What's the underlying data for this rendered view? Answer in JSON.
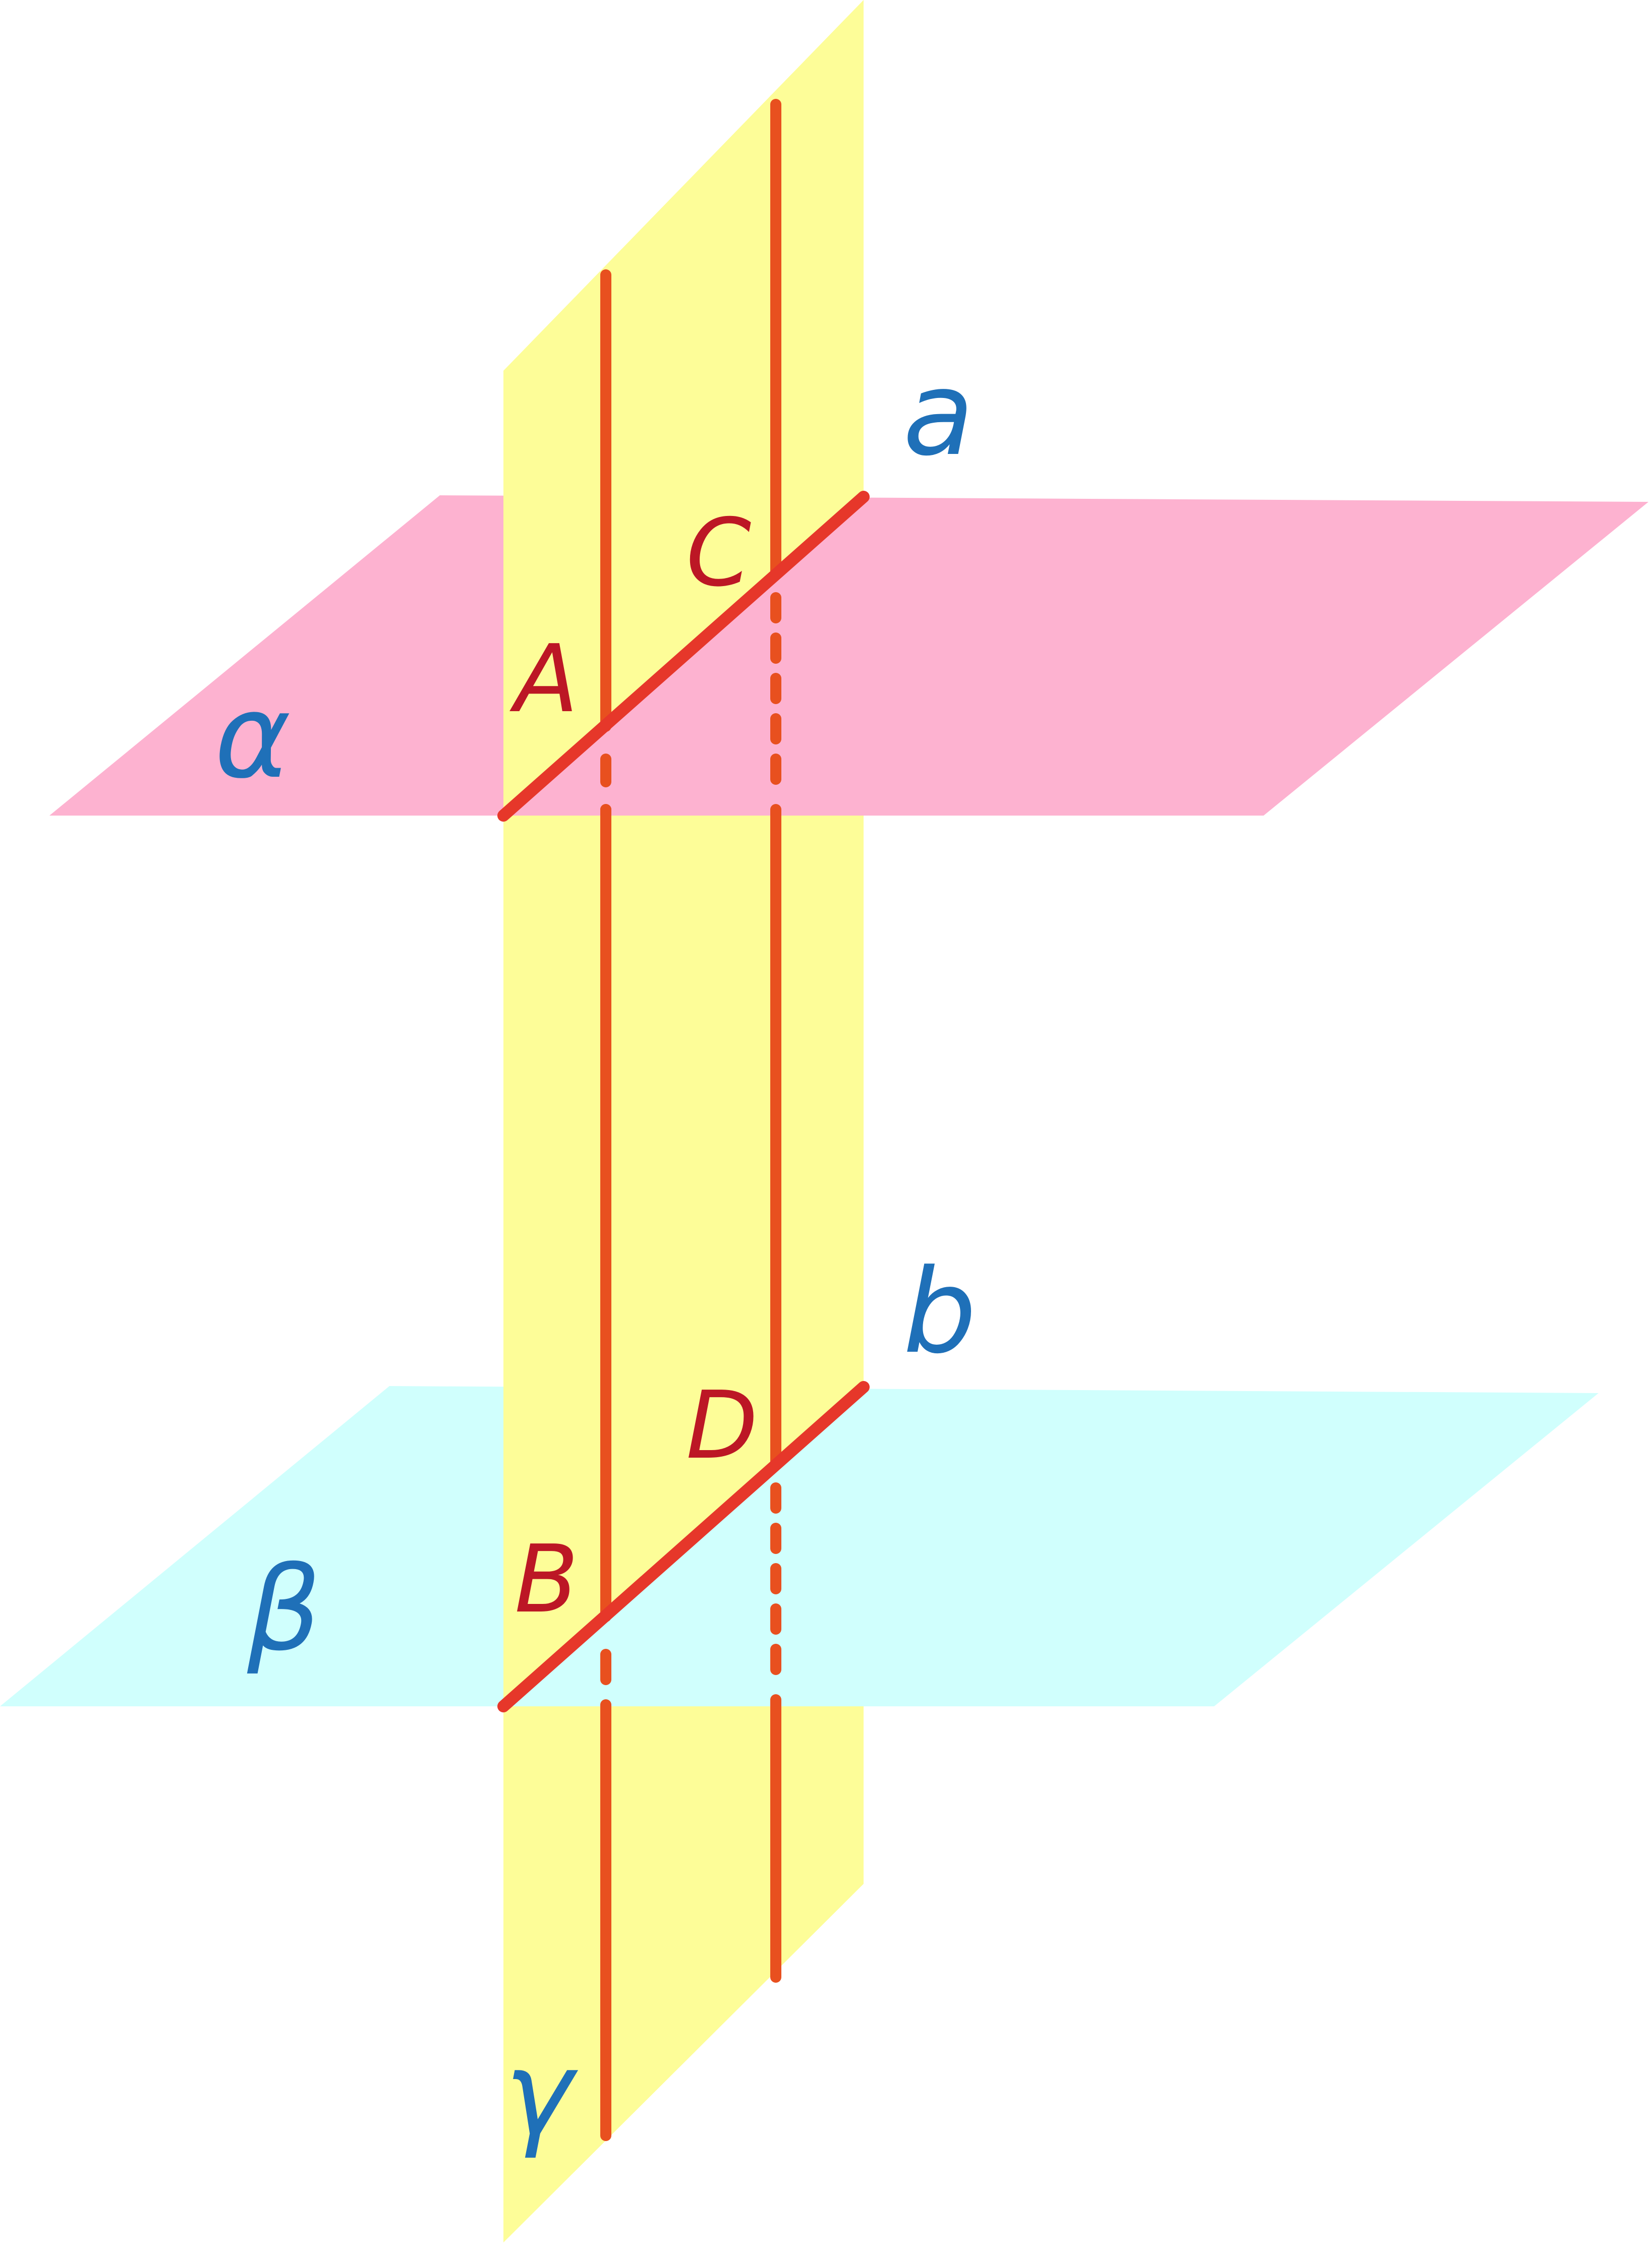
{
  "diagram": {
    "planes": [
      {
        "id": "alpha",
        "label": "α",
        "color": "#FDB2D0"
      },
      {
        "id": "beta",
        "label": "β",
        "color": "#D0FFFD"
      },
      {
        "id": "gamma",
        "label": "γ",
        "color": "#FDFD98"
      }
    ],
    "lines": [
      {
        "id": "a",
        "label": "a"
      },
      {
        "id": "b",
        "label": "b"
      }
    ],
    "points": [
      {
        "id": "A",
        "label": "A"
      },
      {
        "id": "B",
        "label": "B"
      },
      {
        "id": "C",
        "label": "C"
      },
      {
        "id": "D",
        "label": "D"
      }
    ],
    "colors": {
      "plane_label": "#1F70B8",
      "point_label": "#BC1725",
      "intersection_line": "#E6372A",
      "perpendicular_line": "#E8501F",
      "background": "#FFFFFF"
    }
  }
}
